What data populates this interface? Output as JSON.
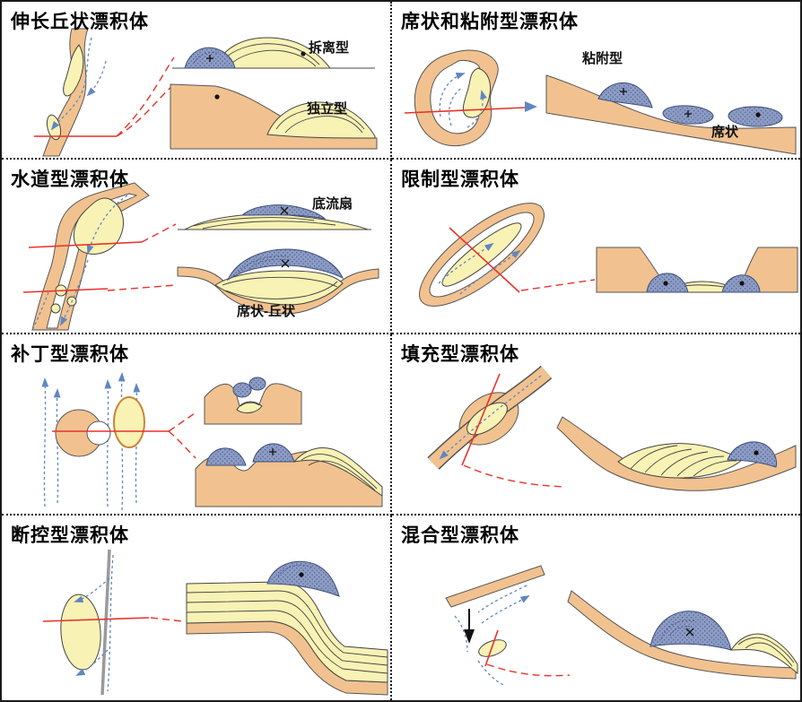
{
  "figure": {
    "panels": [
      {
        "title": "伸长丘状漂积体",
        "labels": {
          "a": "拆离型",
          "b": "独立型"
        }
      },
      {
        "title": "席状和粘附型漂积体",
        "labels": {
          "a": "粘附型",
          "b": "席状"
        }
      },
      {
        "title": "水道型漂积体",
        "labels": {
          "a": "底流扇",
          "b": "席状-丘状"
        }
      },
      {
        "title": "限制型漂积体",
        "labels": {}
      },
      {
        "title": "补丁型漂积体",
        "labels": {}
      },
      {
        "title": "填充型漂积体",
        "labels": {}
      },
      {
        "title": "断控型漂积体",
        "labels": {}
      },
      {
        "title": "混合型漂积体",
        "labels": {}
      }
    ],
    "colors": {
      "slope_tan": "#f1c28f",
      "deposit_yellow": "#f8f2b5",
      "drift_blue": "#8d9cc4",
      "drift_blue_dots": "#4a5c8c",
      "section_line_red": "#e8322a",
      "current_arrow_blue": "#5f86c2",
      "fault_gray": "#9a9a9a"
    }
  }
}
